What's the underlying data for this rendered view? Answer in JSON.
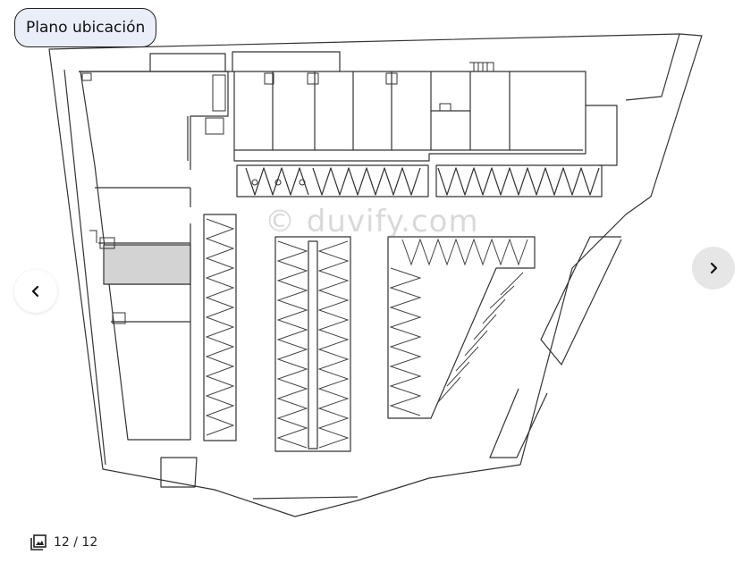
{
  "viewer": {
    "title_badge": "Plano ubicación",
    "watermark": "© duvify.com",
    "counter": {
      "text": "12 / 12",
      "icon": "gallery-icon"
    },
    "nav": {
      "prev_icon": "chevron-left-icon",
      "next_icon": "chevron-right-icon"
    }
  },
  "colors": {
    "badge_bg": "#e9eef9",
    "line": "#333333",
    "highlight_unit": "#d3d3d3",
    "next_button_bg": "#e6e6e6"
  }
}
